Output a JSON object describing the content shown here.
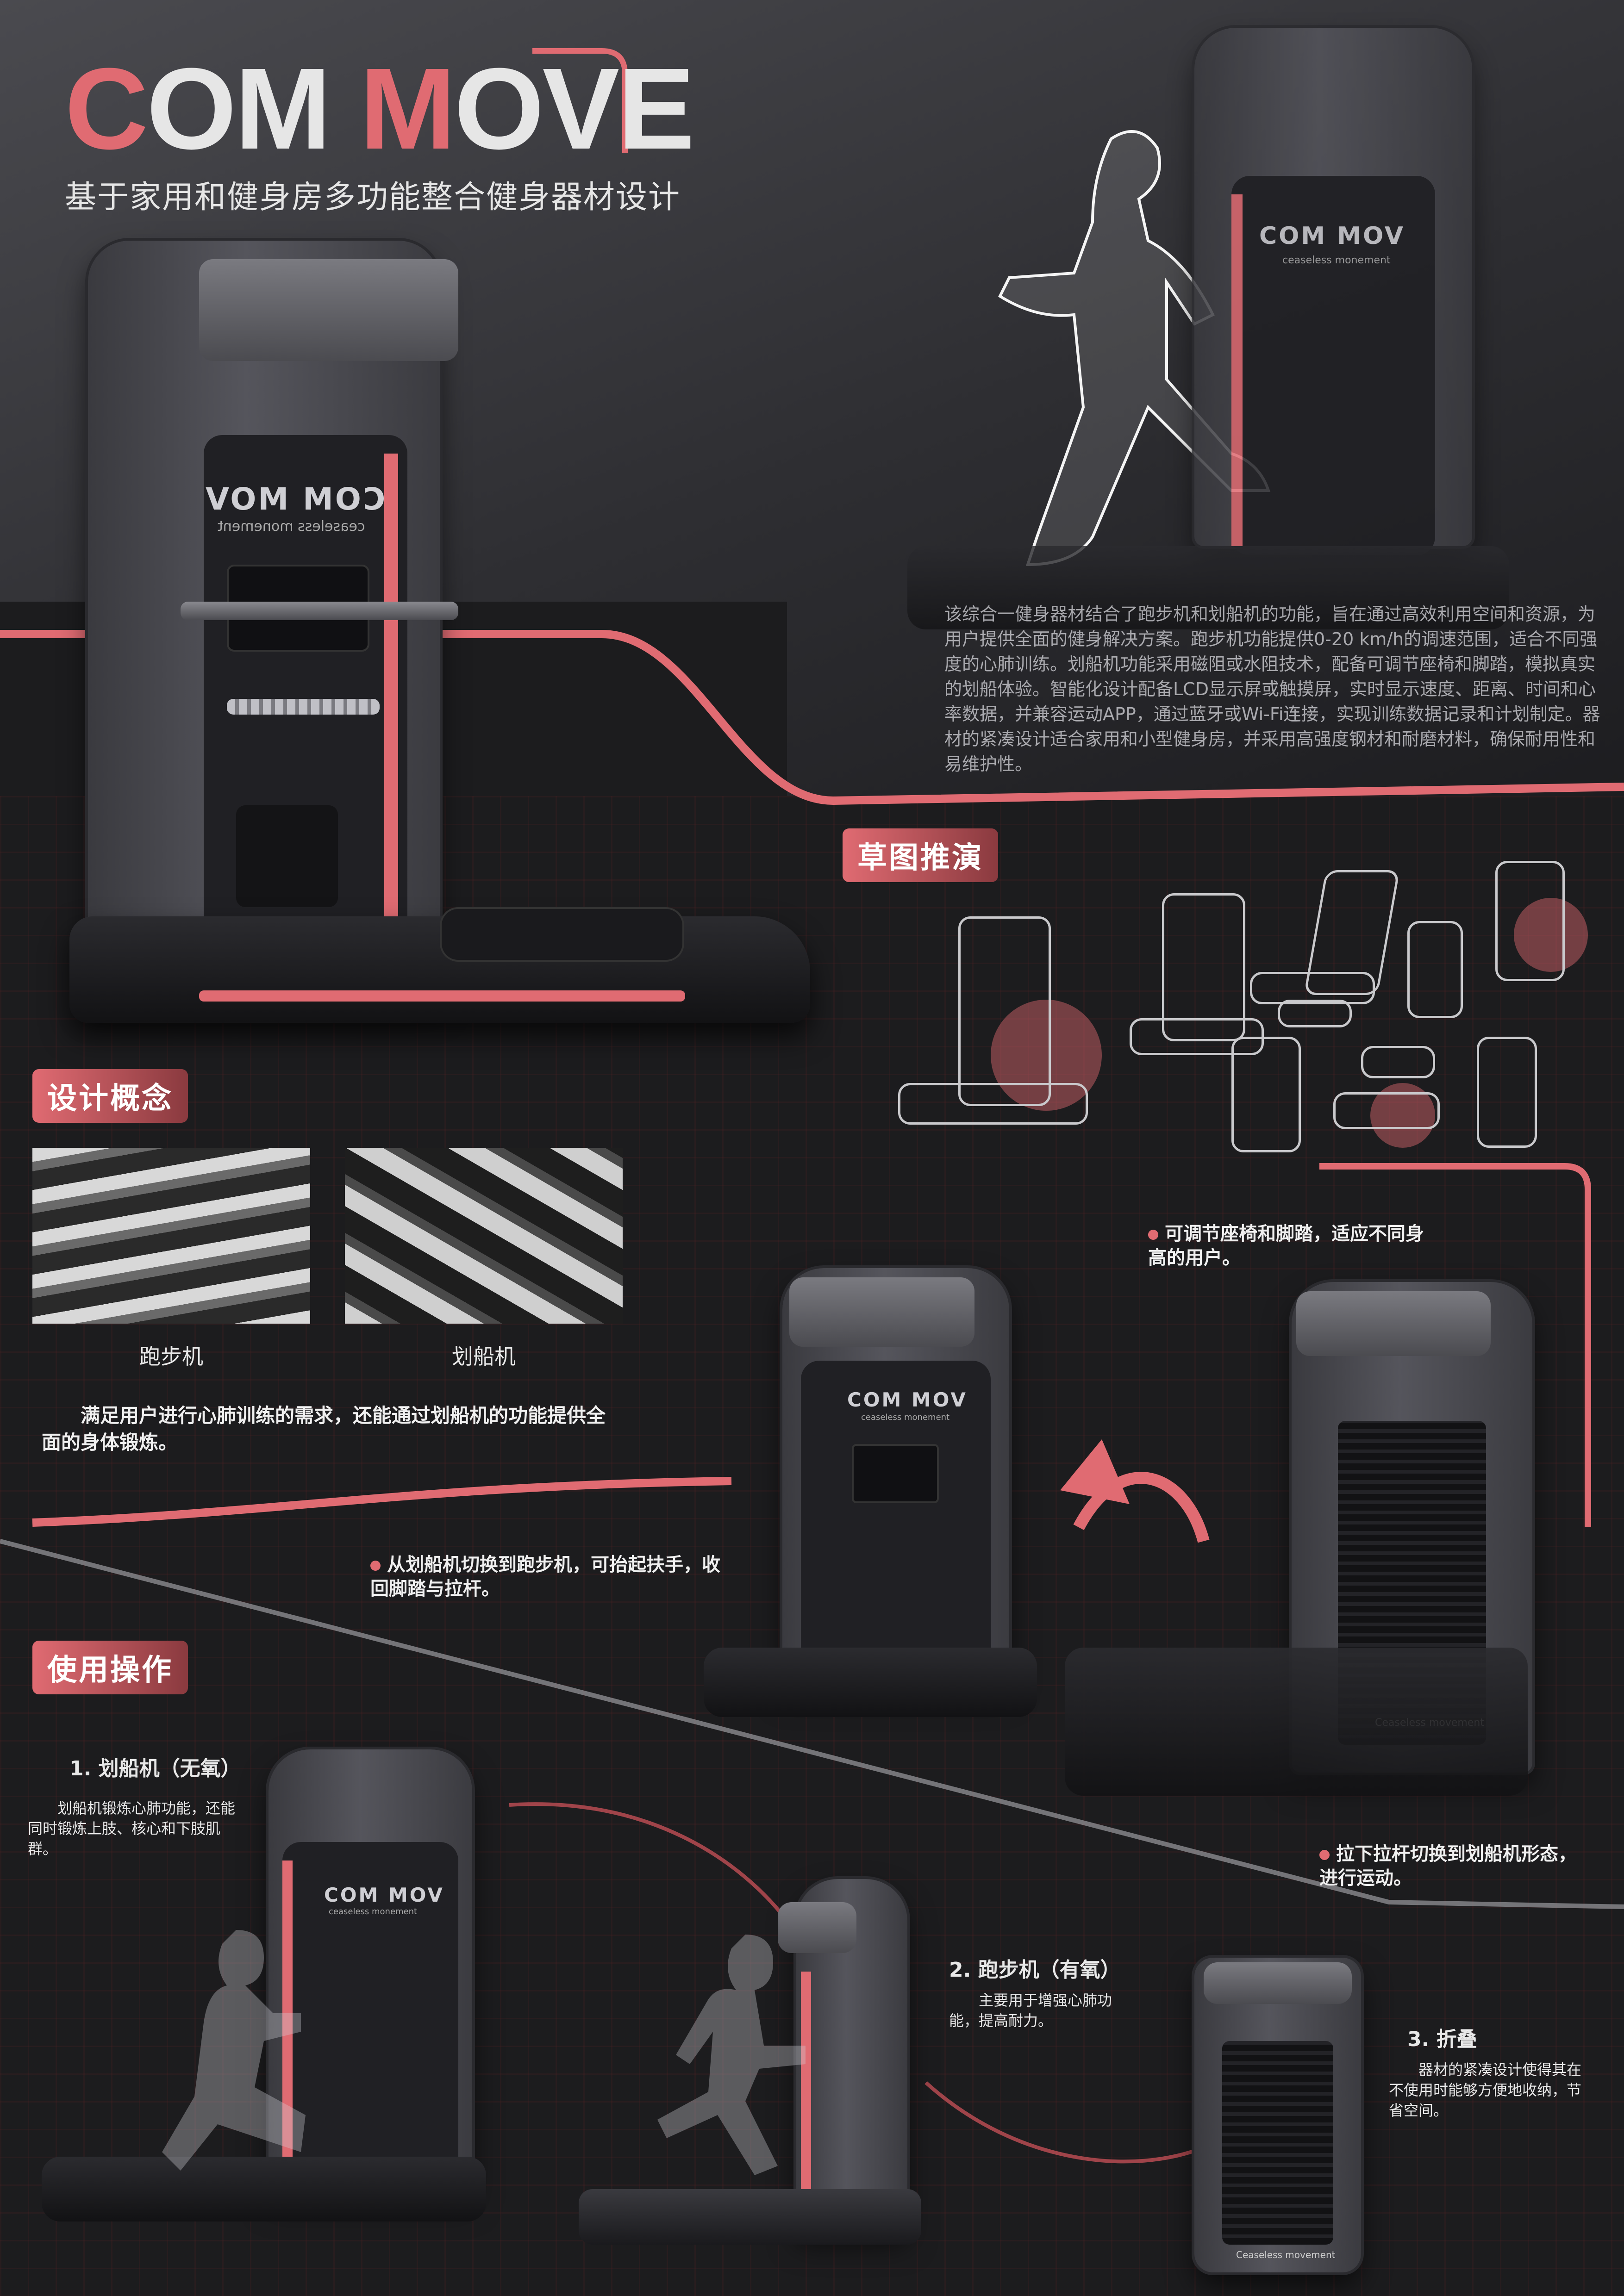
{
  "title": {
    "part1_first": "C",
    "part1_rest": "OM ",
    "part2_first": "M",
    "part2_rest": "OVE"
  },
  "subtitle": "基于家用和健身房多功能整合健身器材设计",
  "intro": "该综合一健身器材结合了跑步机和划船机的功能，旨在通过高效利用空间和资源，为用户提供全面的健身解决方案。跑步机功能提供0-20 km/h的调速范围，适合不同强度的心肺训练。划船机功能采用磁阻或水阻技术，配备可调节座椅和脚踏，模拟真实的划船体验。智能化设计配备LCD显示屏或触摸屏，实时显示速度、距离、时间和心率数据，并兼容运动APP，通过蓝牙或Wi-Fi连接，实现训练数据记录和计划制定。器材的紧凑设计适合家用和小型健身房，并采用高强度钢材和耐磨材料，确保耐用性和易维护性。",
  "brand": {
    "logo_main": "COM MOV",
    "tagline": "ceaseless monement",
    "tagline_alt": "Ceaseless movement"
  },
  "sections": {
    "sketch": "草图推演",
    "concept": "设计概念",
    "usage": "使用操作"
  },
  "concept": {
    "img1_label": "跑步机",
    "img2_label": "划船机",
    "description": "满足用户进行心肺训练的需求，还能通过划船机的功能提供全面的身体锻炼。"
  },
  "notes": {
    "adjust": "可调节座椅和脚踏，适应不同身高的用户。",
    "switch_to_treadmill": "从划船机切换到跑步机，可抬起扶手，收回脚踏与拉杆。",
    "switch_to_rower": "拉下拉杆切换到划船机形态，进行运动。"
  },
  "usage_steps": [
    {
      "title": "1. 划船机（无氧）",
      "desc": "划船机锻炼心肺功能，还能同时锻炼上肢、核心和下肢肌群。"
    },
    {
      "title": "2. 跑步机（有氧）",
      "desc": "主要用于增强心肺功能，提高耐力。"
    },
    {
      "title": "3. 折叠",
      "desc": "器材的紧凑设计使得其在不使用时能够方便地收纳，节省空间。"
    }
  ],
  "colors": {
    "accent": "#e06b72",
    "background": "#1c1c1e",
    "title_white": "#e6e6e6"
  }
}
